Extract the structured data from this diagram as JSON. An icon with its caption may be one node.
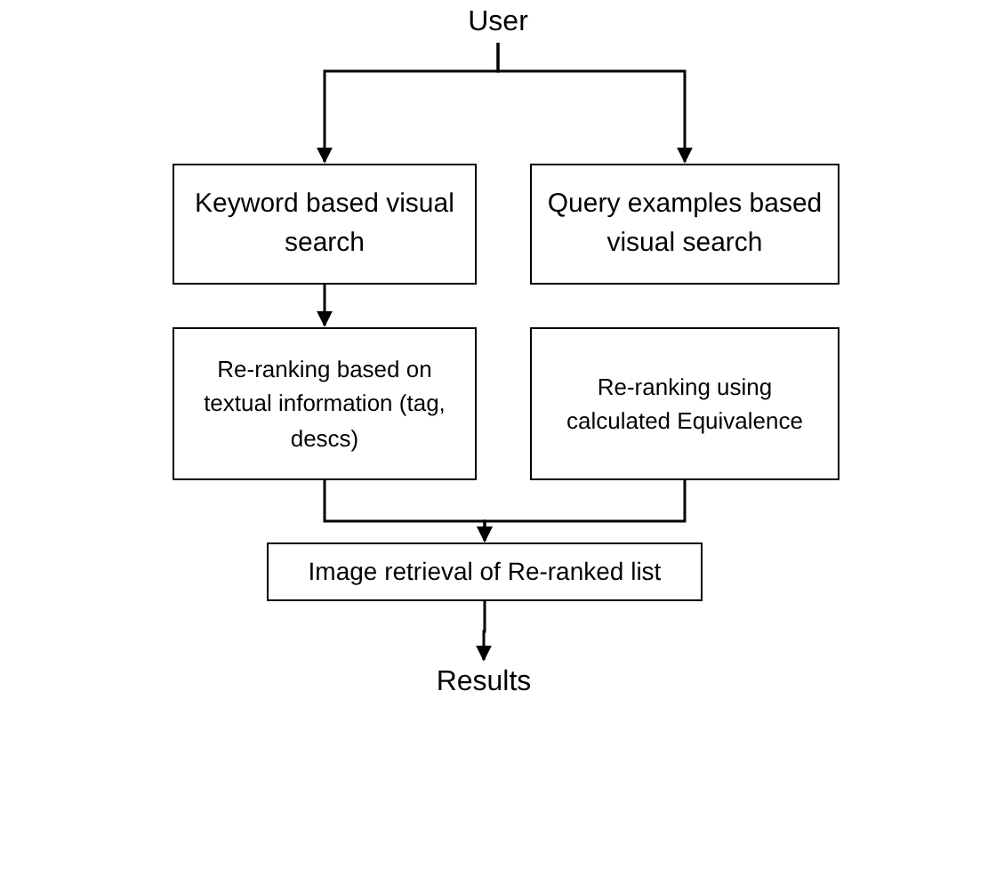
{
  "diagram": {
    "nodes": [
      {
        "text": [
          "User"
        ]
      },
      {
        "text": [
          "Keyword based visual search"
        ]
      },
      {
        "text": [
          "Query examples based visual search"
        ]
      },
      {
        "text": [
          "Re-ranking based on textual information (tag, descs)"
        ]
      },
      {
        "text": [
          "Re-ranking using calculated Equivalence"
        ]
      },
      {
        "text": [
          "Image retrieval of Re-ranked list"
        ]
      },
      {
        "text": [
          "Results"
        ]
      }
    ],
    "edges": [
      {
        "from": 0,
        "to": 1,
        "arrow": "to"
      },
      {
        "from": 0,
        "to": 2,
        "arrow": "to"
      },
      {
        "from": 1,
        "to": 3,
        "arrow": "to"
      },
      {
        "from": 3,
        "to": 5,
        "arrow": "to"
      },
      {
        "from": 4,
        "to": 5,
        "arrow": "to"
      },
      {
        "from": 5,
        "to": 6,
        "arrow": "to"
      }
    ]
  }
}
